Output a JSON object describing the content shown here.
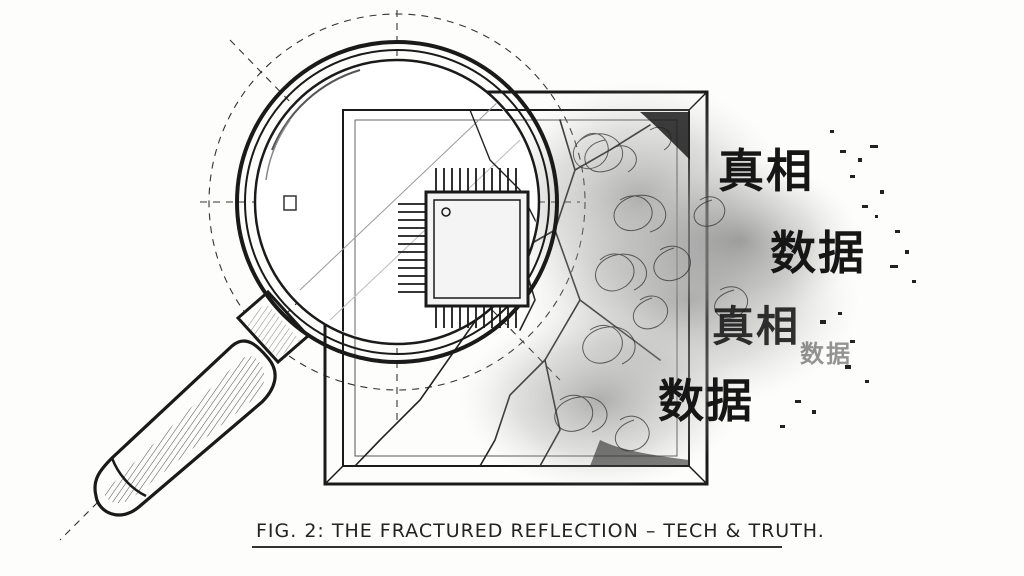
{
  "caption": "FIG. 2: THE FRACTURED REFLECTION – TECH & TRUTH.",
  "glyphs": {
    "line1": "真相",
    "line2": "数据",
    "line3": "真相",
    "line4": "数据",
    "ghost": "数据"
  },
  "colors": {
    "ink": "#1a1a1a",
    "paper": "#fdfdfb",
    "smoke": "#8a8a8a"
  },
  "icons": [
    "magnifying-glass-icon",
    "microchip-icon",
    "picture-frame-icon",
    "smoke-cloud"
  ]
}
